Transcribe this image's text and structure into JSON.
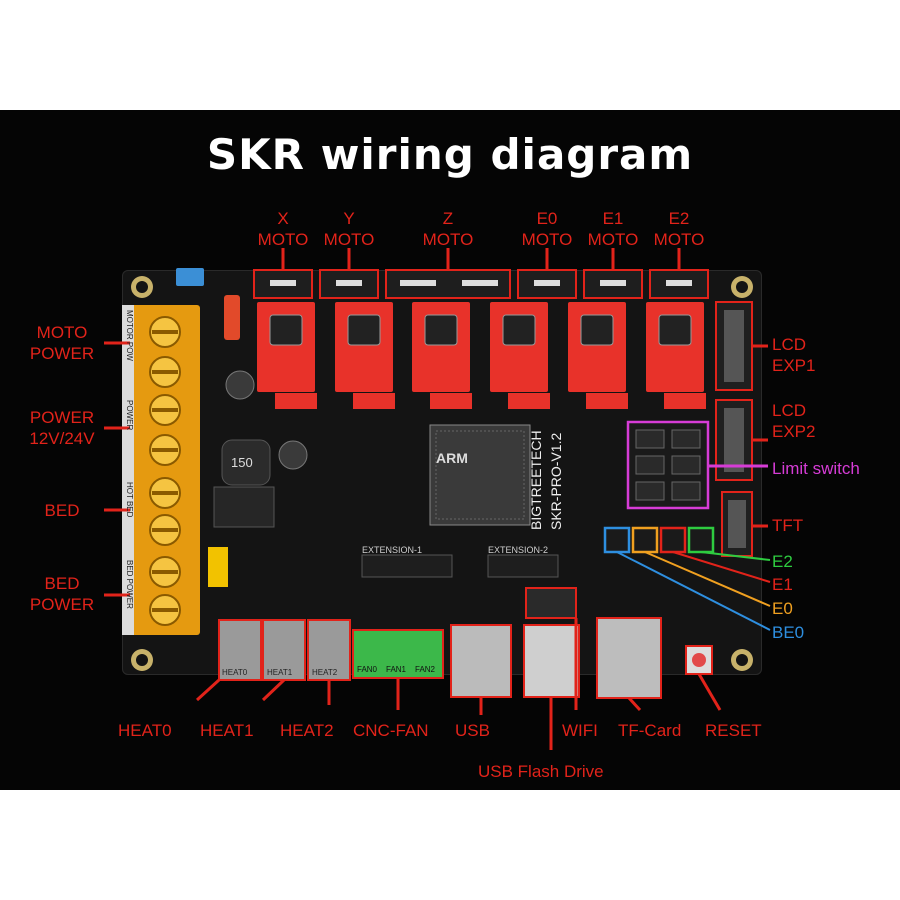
{
  "title": "SKR wiring diagram",
  "top_labels": [
    {
      "line1": "X",
      "line2": "MOTO"
    },
    {
      "line1": "Y",
      "line2": "MOTO"
    },
    {
      "line1": "Z",
      "line2": "MOTO"
    },
    {
      "line1": "E0",
      "line2": "MOTO"
    },
    {
      "line1": "E1",
      "line2": "MOTO"
    },
    {
      "line1": "E2",
      "line2": "MOTO"
    }
  ],
  "left_labels": [
    {
      "line1": "MOTO",
      "line2": "POWER"
    },
    {
      "line1": "POWER",
      "line2": "12V/24V"
    },
    {
      "line1": "BED",
      "line2": ""
    },
    {
      "line1": "BED",
      "line2": "POWER"
    }
  ],
  "right_labels": [
    {
      "line1": "LCD",
      "line2": "EXP1"
    },
    {
      "line1": "LCD",
      "line2": "EXP2"
    },
    {
      "line1": "Limit switch",
      "line2": ""
    },
    {
      "line1": "TFT",
      "line2": ""
    }
  ],
  "endstop_labels": [
    "E2",
    "E1",
    "E0",
    "BE0"
  ],
  "bottom_labels": [
    "HEAT0",
    "HEAT1",
    "HEAT2",
    "CNC-FAN",
    "USB",
    "WIFI",
    "TF-Card",
    "RESET"
  ],
  "usb_flash_label": "USB Flash Drive",
  "board_text": {
    "brand": "BIGTREETECH",
    "model": "SKR-PRO-V1.2",
    "inductor": "150",
    "terminal_1": "MOTOR POW",
    "terminal_2": "POWER",
    "terminal_3": "HOT BED",
    "terminal_4": "BED POWER",
    "ext1": "EXTENSION-1",
    "ext2": "EXTENSION-2",
    "heat0": "HEAT0",
    "heat1": "HEAT1",
    "heat2": "HEAT2",
    "fan0": "FAN0",
    "fan1": "FAN1",
    "fan2": "FAN2",
    "chip": "ARM"
  },
  "colors": {
    "label_red": "#e2231a",
    "limit_magenta": "#d63cd6",
    "e2_green": "#2ecc40",
    "e1_red": "#e2231a",
    "e0_orange": "#f0a020",
    "be0_blue": "#2e8fe0",
    "board_bg": "#141414",
    "terminal_orange": "#e59a10",
    "connector_red": "#e8322a"
  }
}
